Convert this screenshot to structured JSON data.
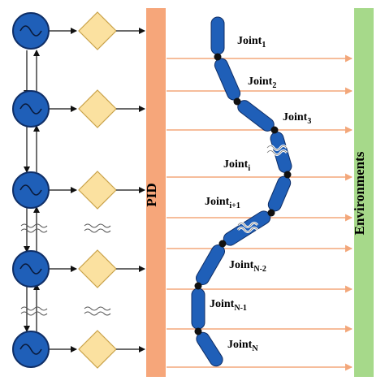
{
  "pid": {
    "label": "PID",
    "color": "#f6a67a"
  },
  "environment": {
    "label": "Environments",
    "color": "#a6d98a"
  },
  "joints": [
    {
      "base": "Joint",
      "sub": "1"
    },
    {
      "base": "Joint",
      "sub": "2"
    },
    {
      "base": "Joint",
      "sub": "3"
    },
    {
      "base": "Joint",
      "sub": "i"
    },
    {
      "base": "Joint",
      "sub": "i+1"
    },
    {
      "base": "Joint",
      "sub": "N-2"
    },
    {
      "base": "Joint",
      "sub": "N-1"
    },
    {
      "base": "Joint",
      "sub": "N"
    }
  ],
  "colors": {
    "neuron_fill": "#1f5fb8",
    "neuron_stroke": "#0f2e66",
    "diamond_fill": "#fbe1a0",
    "diamond_stroke": "#c9a24a",
    "link_fill": "#1f5fb8",
    "joint_dot": "#111111",
    "arrow_orange": "#f3a77a",
    "arrow_black": "#111111"
  },
  "icons": {
    "neuron": "sine-oscillator-icon",
    "controller": "diamond-icon",
    "ellipsis": "wavy-break-icon"
  }
}
